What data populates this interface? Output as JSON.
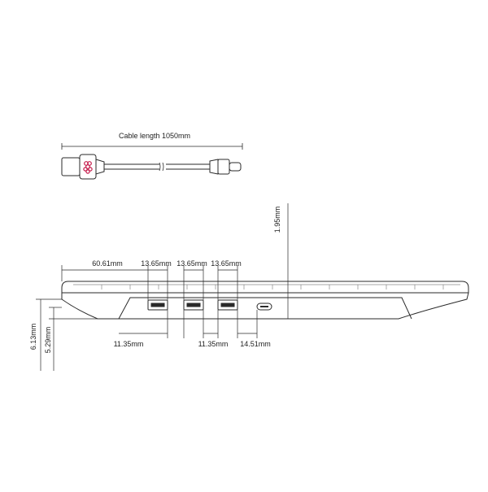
{
  "cable": {
    "length_label": "Cable length 1050mm"
  },
  "dimensions": {
    "offset_60": "60.61mm",
    "port_width_1": "13.65mm",
    "port_width_2": "13.65mm",
    "port_width_3": "13.65mm",
    "gap_1": "11.35mm",
    "gap_2": "11.35mm",
    "gap_3": "14.51mm",
    "height_total": "6.13mm",
    "height_front": "5.29mm",
    "height_top": "1.95mm"
  },
  "ports": {
    "usb_a_count": 3,
    "usb_c_count": 1
  },
  "colors": {
    "line": "#2a2a2a",
    "logo": "#c51a4a"
  }
}
